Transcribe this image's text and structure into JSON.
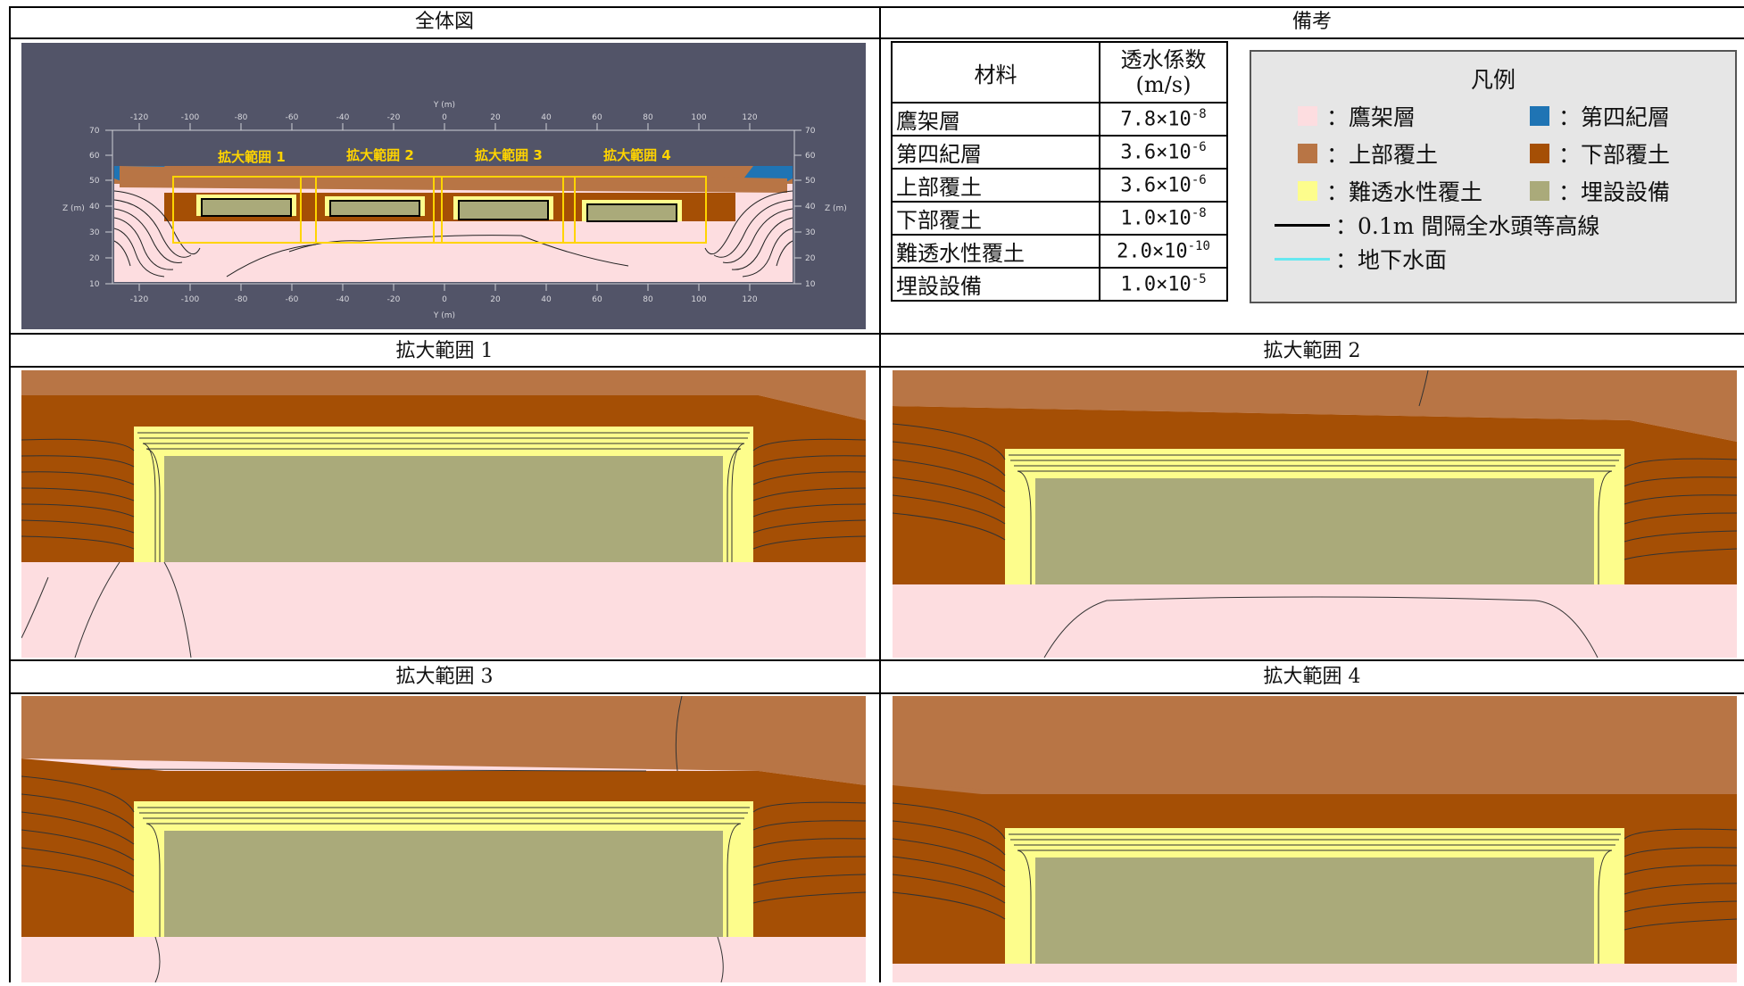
{
  "headers": {
    "overall": "全体図",
    "remarks": "備考",
    "zoom1": "拡大範囲 1",
    "zoom2": "拡大範囲 2",
    "zoom3": "拡大範囲 3",
    "zoom4": "拡大範囲 4"
  },
  "overview": {
    "axis_y_label": "Y (m)",
    "axis_z_label": "Z (m)",
    "y_ticks": [
      "-120",
      "-100",
      "-80",
      "-60",
      "-40",
      "-20",
      "0",
      "20",
      "40",
      "60",
      "80",
      "100",
      "120"
    ],
    "z_ticks": [
      "70",
      "60",
      "50",
      "40",
      "30",
      "20",
      "10"
    ],
    "zoom_labels": [
      "拡大範囲 1",
      "拡大範囲 2",
      "拡大範囲 3",
      "拡大範囲 4"
    ],
    "background_color": "#525468"
  },
  "material_table": {
    "col_material": "材料",
    "col_perm_line1": "透水係数",
    "col_perm_line2": "(m/s)",
    "rows": [
      {
        "name": "鷹架層",
        "mant": "7.8×10",
        "exp": "-8"
      },
      {
        "name": "第四紀層",
        "mant": "3.6×10",
        "exp": "-6"
      },
      {
        "name": "上部覆土",
        "mant": "3.6×10",
        "exp": "-6"
      },
      {
        "name": "下部覆土",
        "mant": "1.0×10",
        "exp": "-8"
      },
      {
        "name": "難透水性覆土",
        "mant": "2.0×10",
        "exp": "-10"
      },
      {
        "name": "埋設設備",
        "mant": "1.0×10",
        "exp": "-5"
      }
    ]
  },
  "legend": {
    "title": "凡例",
    "items": [
      {
        "label": "：鷹架層",
        "color": "#fddde0"
      },
      {
        "label": "：第四紀層",
        "color": "#1f74b4"
      },
      {
        "label": "：上部覆土",
        "color": "#b87545"
      },
      {
        "label": "：下部覆土",
        "color": "#a54f05"
      },
      {
        "label": "：難透水性覆土",
        "color": "#fdfd8c"
      },
      {
        "label": "：埋設設備",
        "color": "#aaaa7a"
      }
    ],
    "lines": [
      {
        "label": "：0.1m 間隔全水頭等高線",
        "color": "#000000"
      },
      {
        "label": "：地下水面",
        "color": "#66e8f0"
      }
    ]
  },
  "colors": {
    "takahoko": "#fddde0",
    "quaternary": "#1f74b4",
    "upper_cover": "#b87545",
    "lower_cover": "#a54f05",
    "low_perm_cover": "#fdfd8c",
    "facility": "#aaaa7a",
    "zoom_box": "#ffd400"
  }
}
